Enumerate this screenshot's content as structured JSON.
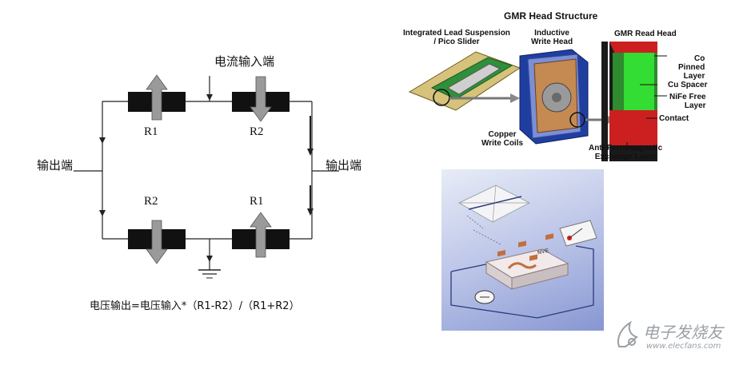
{
  "circuit": {
    "current_input_label": "电流输入端",
    "output_left_label": "输出端",
    "output_right_label": "输出端",
    "resistors": [
      {
        "id": "top-left",
        "label": "R1",
        "arrow": "up"
      },
      {
        "id": "top-right",
        "label": "R2",
        "arrow": "down"
      },
      {
        "id": "bottom-left",
        "label": "R2",
        "arrow": "down"
      },
      {
        "id": "bottom-right",
        "label": "R1",
        "arrow": "up"
      }
    ],
    "formula": "电压输出=电压输入*（R1-R2）/（R1+R2）"
  },
  "gmr_head": {
    "title": "GMR Head Structure",
    "labels": {
      "suspension": "Integrated Lead Suspension\n/ Pico Slider",
      "write_head": "Inductive\nWrite Head",
      "read_head": "GMR Read Head",
      "co_pinned": "Co\nPinned\nLayer",
      "cu_spacer": "Cu Spacer",
      "nife": "NiFe Free\nLayer",
      "contact": "Contact",
      "coils": "Copper\nWrite Coils",
      "afm": "Anti-Ferromagnetic\nExchange Layer"
    },
    "colors": {
      "pinned": "#2e8b2e",
      "spacer": "#33dd33",
      "contact": "#cc1f1f",
      "frame": "#1a1a1a"
    }
  },
  "sensor_image": {
    "chip_text": "NVE"
  },
  "watermark": {
    "cn": "电子发烧友",
    "url": "www.elecfans.com"
  }
}
